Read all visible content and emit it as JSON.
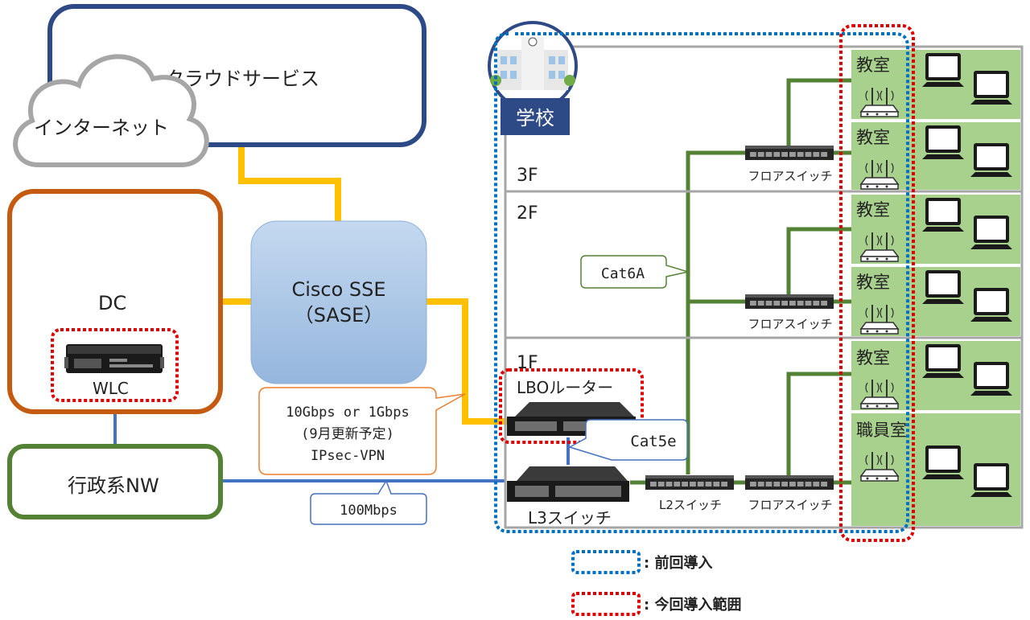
{
  "cloud": {
    "service_label": "クラウドサービス",
    "internet_label": "インターネット"
  },
  "dc": {
    "label": "DC",
    "wlc_label": "WLC"
  },
  "admin_nw": {
    "label": "行政系NW"
  },
  "sse": {
    "line1": "Cisco SSE",
    "line2": "（SASE）"
  },
  "vpn_callout": {
    "line1": "10Gbps or 1Gbps",
    "line2": "(9月更新予定)",
    "line3": "IPsec-VPN"
  },
  "bw_callout": {
    "label": "100Mbps"
  },
  "school": {
    "badge": "学校",
    "floors": {
      "f3": "3F",
      "f2": "2F",
      "f1": "1F"
    },
    "cat6a": "Cat6A",
    "cat5e": "Cat5e",
    "lbo_router": "LBOルーター",
    "l3_switch": "L3スイッチ",
    "l2_switch": "L2スイッチ",
    "floor_switch": "フロアスイッチ",
    "rooms": [
      "教室",
      "教室",
      "教室",
      "教室",
      "教室",
      "職員室"
    ]
  },
  "legend": {
    "previous": ": 前回導入",
    "current": ": 今回導入範囲"
  },
  "colors": {
    "cloud_border": "#2e4a86",
    "dc_border": "#c55a11",
    "admin_border": "#548235",
    "sse_fill": "#a9c7e8",
    "yellow_link": "#ffc000",
    "green_link": "#548235",
    "blue_link": "#4472c4",
    "room_fill": "#a9d18e",
    "prev_dotted": "#0070c0",
    "current_dotted": "#e00000"
  }
}
